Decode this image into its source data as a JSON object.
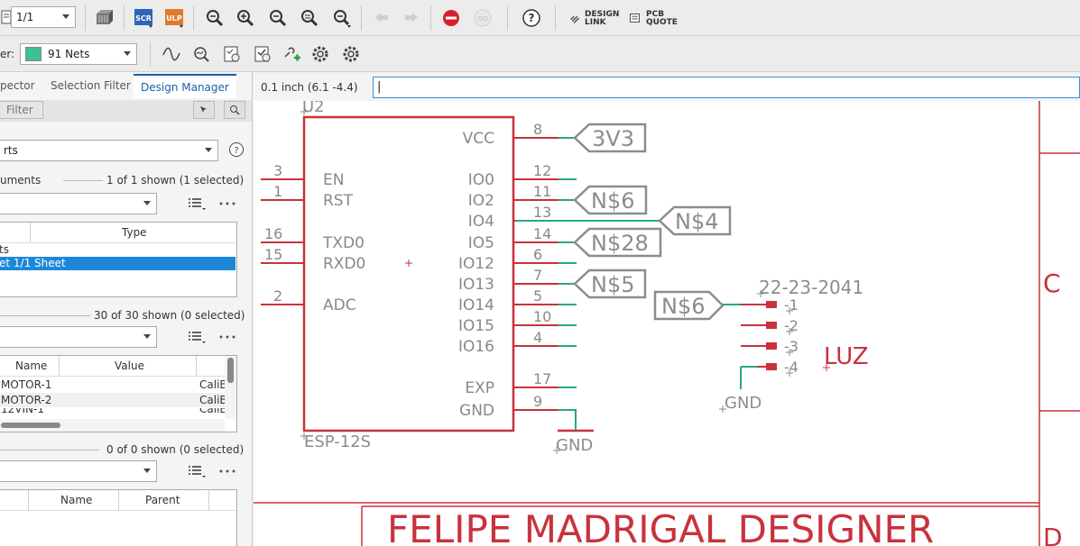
{
  "toolbar1": {
    "sheet_value": "1/1",
    "buttons": [
      "SCR",
      "ULP"
    ],
    "design_link_line1": "DESIGN",
    "design_link_line2": "LINK",
    "pcb_quote_line1": "PCB",
    "pcb_quote_line2": "QUOTE"
  },
  "toolbar2": {
    "layer_label": "er:",
    "layer_value": "91 Nets",
    "layer_color": "#3cc096"
  },
  "panel": {
    "tabs": [
      "pector",
      "Selection Filter",
      "Design Manager"
    ],
    "filter_label": "Filter",
    "objects_value": "rts",
    "documents_label": "uments",
    "documents_count": "1 of 1 shown (1 selected)",
    "doc_type_header": "Type",
    "doc_rows": [
      "ts",
      "et 1/1  Sheet"
    ],
    "parts_count": "30 of 30 shown (0 selected)",
    "parts_headers": [
      "Name",
      "Value"
    ],
    "parts_rows": [
      {
        "name": "MOTOR-1",
        "value": "CaliB"
      },
      {
        "name": "MOTOR-2",
        "value": "CaliB"
      },
      {
        "name": "12VIN-1",
        "value": "CaliB"
      }
    ],
    "third_count": "0 of 0 shown (0 selected)",
    "third_headers": [
      "Name",
      "Parent"
    ]
  },
  "coordbar": {
    "coord": "0.1 inch (6.1 -4.4)",
    "cmd_value": "|"
  },
  "schematic": {
    "u2_label": "U2",
    "u2_value": "ESP-12S",
    "left_pins": [
      {
        "num": "3",
        "name": "EN"
      },
      {
        "num": "1",
        "name": "RST"
      },
      {
        "num": "16",
        "name": "TXD0"
      },
      {
        "num": "15",
        "name": "RXD0"
      },
      {
        "num": "2",
        "name": "ADC"
      }
    ],
    "right_pins": [
      {
        "num": "8",
        "name": "VCC"
      },
      {
        "num": "12",
        "name": "IO0"
      },
      {
        "num": "11",
        "name": "IO2"
      },
      {
        "num": "13",
        "name": "IO4"
      },
      {
        "num": "14",
        "name": "IO5"
      },
      {
        "num": "6",
        "name": "IO12"
      },
      {
        "num": "7",
        "name": "IO13"
      },
      {
        "num": "5",
        "name": "IO14"
      },
      {
        "num": "10",
        "name": "IO15"
      },
      {
        "num": "4",
        "name": "IO16"
      },
      {
        "num": "17",
        "name": "EXP"
      },
      {
        "num": "9",
        "name": "GND"
      }
    ],
    "net_labels": [
      "3V3",
      "N$6",
      "N$4",
      "N$28",
      "N$5",
      "N$6"
    ],
    "connector_name": "22-23-2041",
    "connector_pins": [
      "-1",
      "-2",
      "-3",
      "-4"
    ],
    "connector_value": "LUZ",
    "gnd": "GND",
    "frame_letters": [
      "C",
      "D"
    ],
    "title_text": "FELIPE MADRIGAL DESIGNER",
    "colors": {
      "part": "#c8323c",
      "net": "#2aa688",
      "label": "#8c8c8c"
    }
  }
}
